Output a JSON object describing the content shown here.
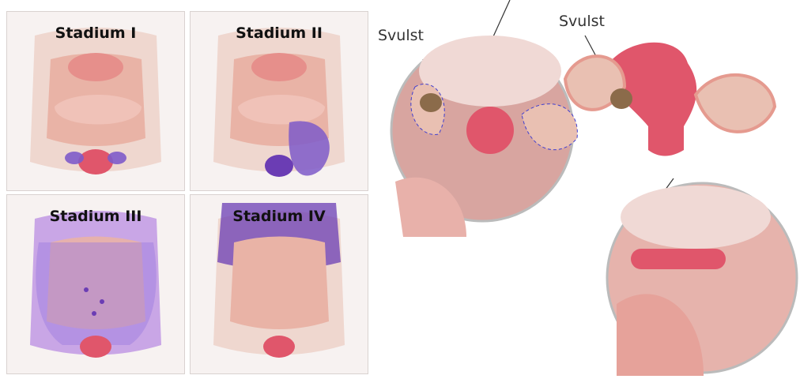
{
  "stages": [
    {
      "label": "Stadium I",
      "spread": "pelvis-low"
    },
    {
      "label": "Stadium II",
      "spread": "pelvis-right"
    },
    {
      "label": "Stadium III",
      "spread": "abdomen-wide"
    },
    {
      "label": "Stadium IV",
      "spread": "chest-abdomen"
    }
  ],
  "callouts": {
    "tumor_left": "Svulst",
    "tumor_right": "Svulst"
  },
  "colors": {
    "tissue": "#e9b3a6",
    "organ": "#e68f8b",
    "tumor_spread": "#7e5bc9",
    "uterus": "#e0566b"
  }
}
